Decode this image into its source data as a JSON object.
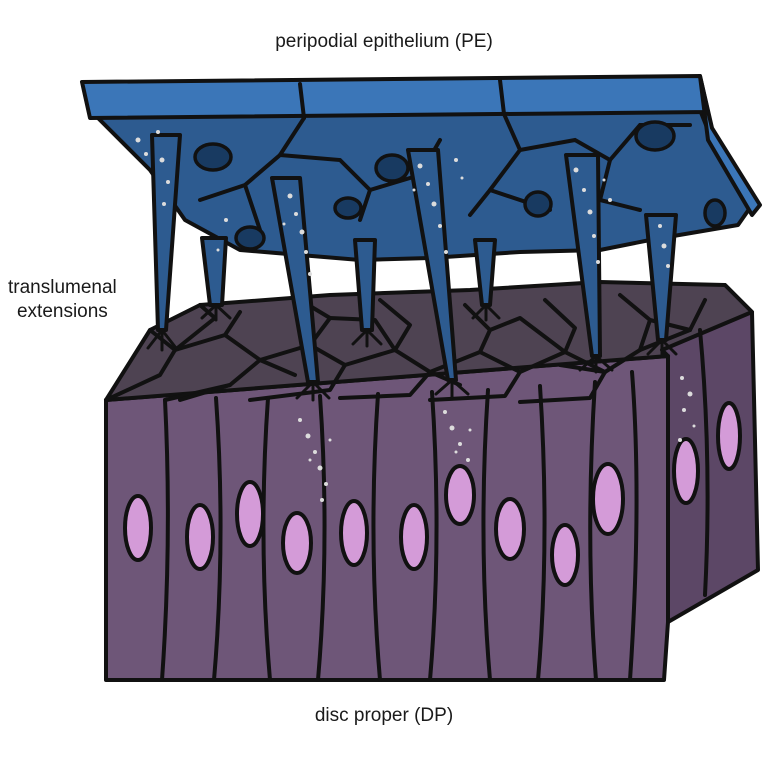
{
  "labels": {
    "peripodial_epithelium": "peripodial epithelium (PE)",
    "translumenal_line1": "translumenal",
    "translumenal_line2": "extensions",
    "disc_proper": "disc proper (DP)"
  },
  "colors": {
    "pe_top": "#3b76b8",
    "pe_body": "#2d5b90",
    "pe_nucleus": "#183a61",
    "dp_side": "#6e5678",
    "dp_top": "#4e4352",
    "dp_nucleus": "#d49bd8",
    "outline": "#111111",
    "vesicle": "#dcdcdc"
  }
}
